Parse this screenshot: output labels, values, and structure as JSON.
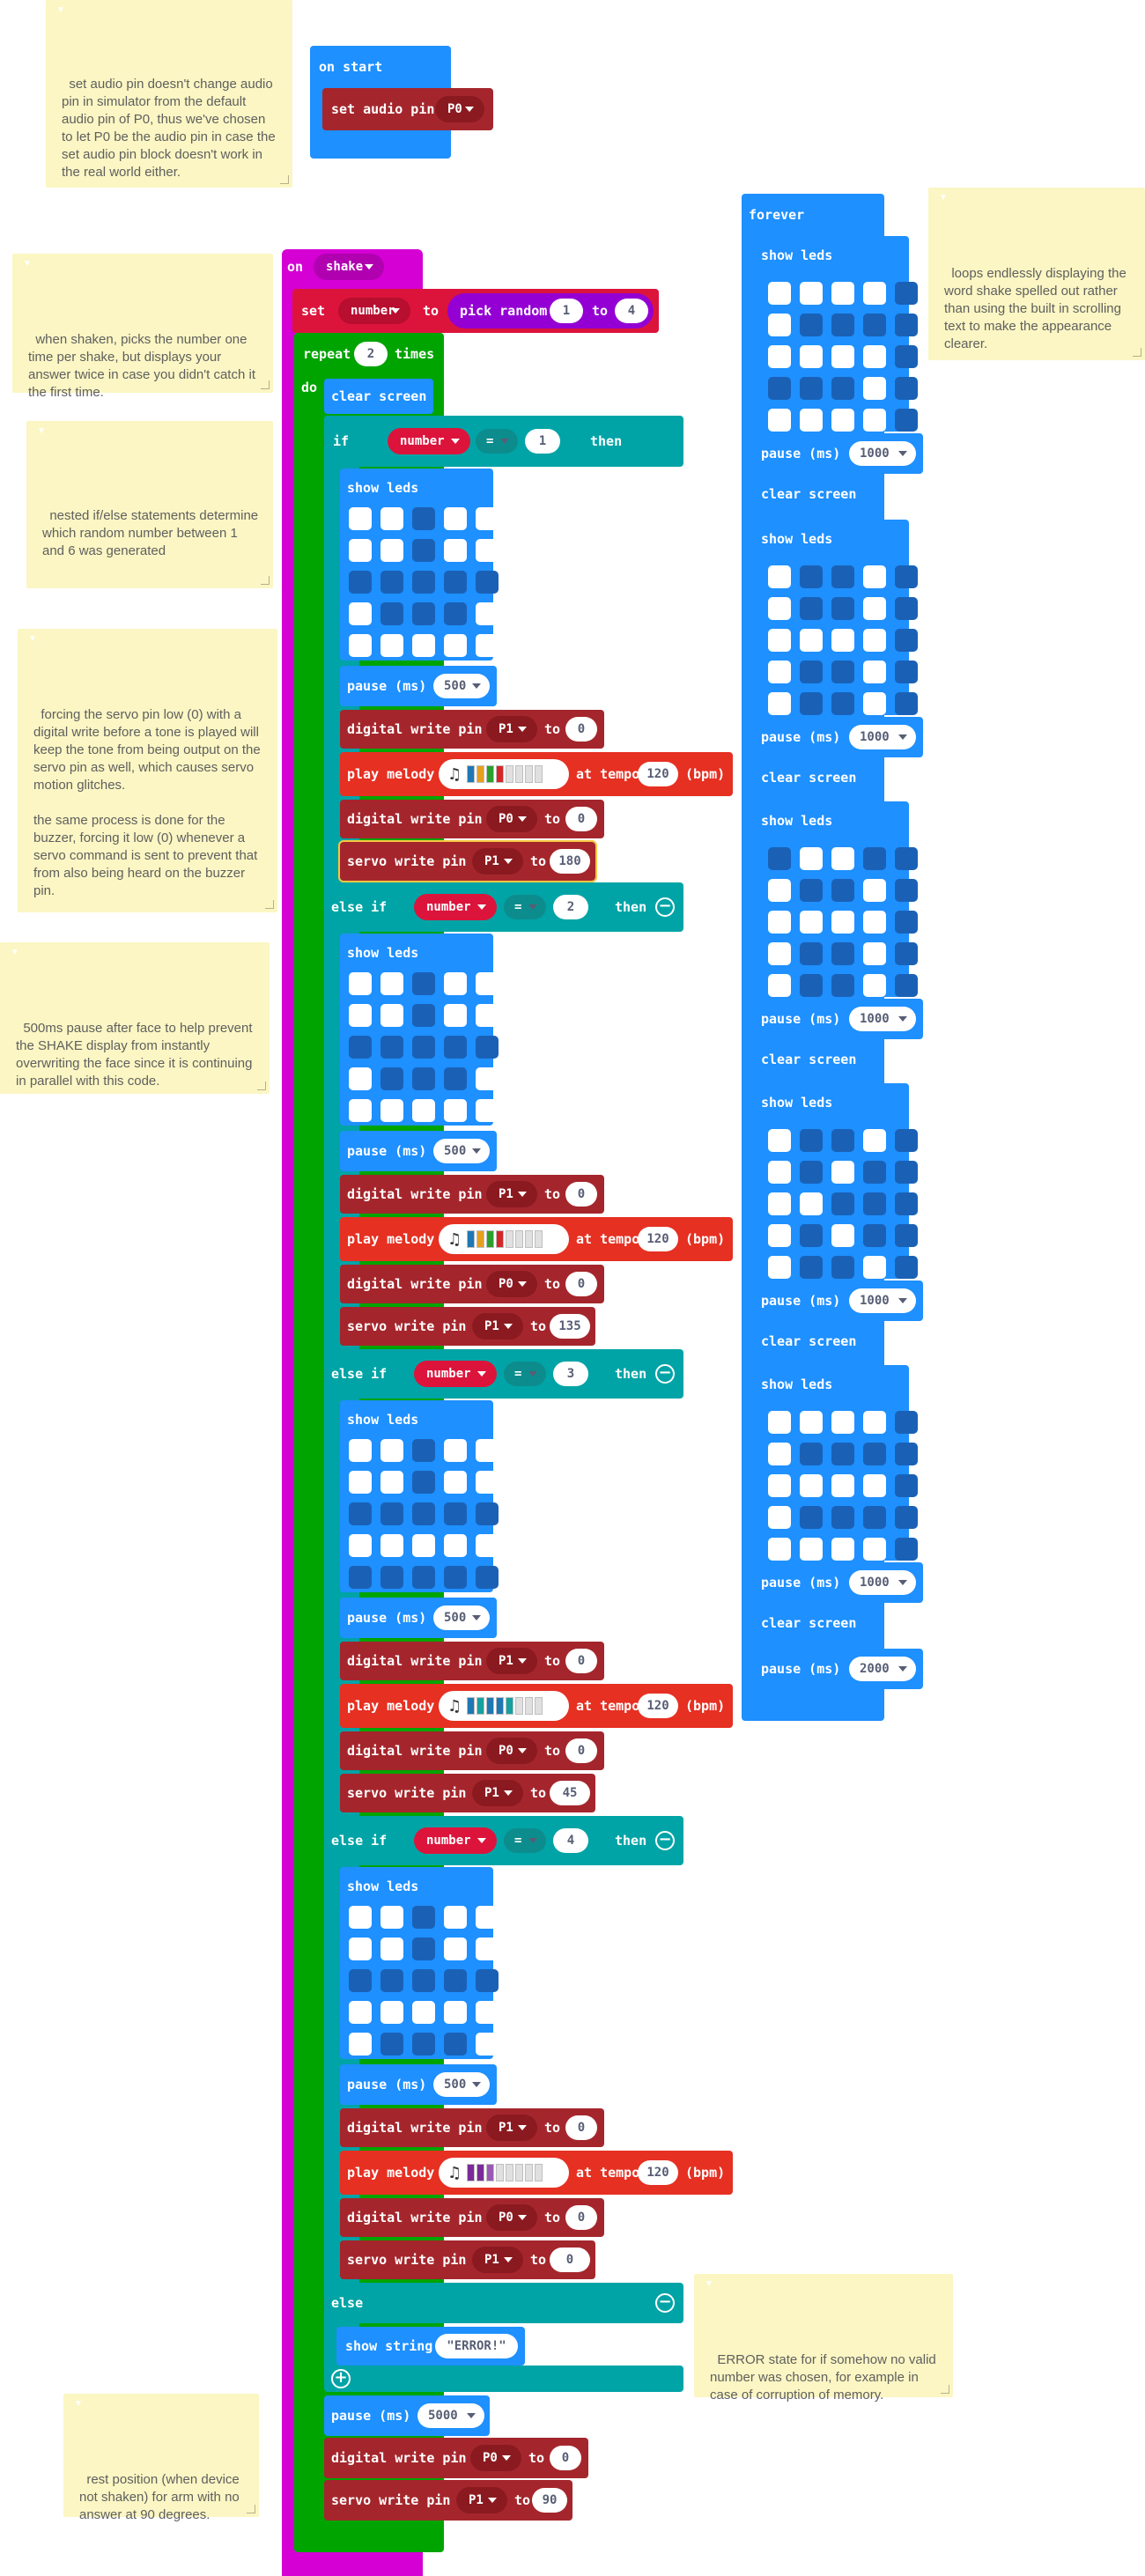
{
  "notes": {
    "audio_pin": "set audio pin doesn't change audio pin in simulator from the default audio pin of P0, thus we've chosen to let P0 be the audio pin in case the set audio pin block doesn't work in the real world either.",
    "shaken": "when shaken, picks the number one time per shake, but displays your answer twice in case you didn't catch it the first time.",
    "nested": "nested if/else statements determine which random number between 1 and 6 was generated",
    "servo_low": "forcing the servo pin low (0) with a digital write before a tone is played will keep the tone from being output on the servo pin as well, which causes servo motion glitches.\n\nthe same process is done for the buzzer, forcing it low (0) whenever a servo command is sent to prevent that from also being heard on the buzzer pin.",
    "pause500": "500ms pause after face to help prevent the SHAKE display from instantly overwriting the face since it is continuing in parallel with this code.",
    "loops": "loops endlessly displaying the word shake spelled out rather than using the built in scrolling text to make the appearance clearer.",
    "error": "ERROR state for if somehow no valid number was chosen, for example in case of corruption of memory.",
    "rest": "rest position (when device not shaken) for arm with no answer at 90 degrees."
  },
  "on_start": {
    "label": "on start",
    "set_audio_pin": "set audio pin",
    "pin": "P0"
  },
  "on_shake": {
    "on": "on",
    "event": "shake",
    "set": "set",
    "var": "number",
    "to": "to",
    "pick_random": "pick random",
    "rand_from": "1",
    "rand_to_word": "to",
    "rand_to": "4",
    "repeat": "repeat",
    "repeat_count": "2",
    "times": "times",
    "do": "do",
    "clear_screen": "clear screen",
    "if": "if",
    "else_if": "else if",
    "else": "else",
    "then": "then",
    "op": "=",
    "show_leds": "show leds",
    "pause": "pause (ms)",
    "digital_write": "digital write pin",
    "play_melody": "play melody",
    "at_tempo": "at tempo",
    "bpm": "(bpm)",
    "servo_write": "servo write pin",
    "show_string": "show string",
    "error_string": "\"ERROR!\"",
    "branches": [
      {
        "kw": "if",
        "cmp": "1",
        "pause": "500",
        "dw1_pin": "P1",
        "dw1_val": "0",
        "tempo": "120",
        "dw2_pin": "P0",
        "dw2_val": "0",
        "servo_pin": "P1",
        "servo_val": "180",
        "leds": [
          [
            1,
            1,
            0,
            1,
            1
          ],
          [
            1,
            1,
            0,
            1,
            1
          ],
          [
            0,
            0,
            0,
            0,
            0
          ],
          [
            1,
            0,
            0,
            0,
            1
          ],
          [
            1,
            1,
            1,
            1,
            1
          ]
        ],
        "melody": [
          "#1f77b4",
          "#e6a020",
          "#2ca02c",
          "#d62728",
          "#e0e0e0",
          "#e0e0e0",
          "#e0e0e0",
          "#e0e0e0"
        ]
      },
      {
        "kw": "else if",
        "cmp": "2",
        "pause": "500",
        "dw1_pin": "P1",
        "dw1_val": "0",
        "tempo": "120",
        "dw2_pin": "P0",
        "dw2_val": "0",
        "servo_pin": "P1",
        "servo_val": "135",
        "leds": [
          [
            1,
            1,
            0,
            1,
            1
          ],
          [
            1,
            1,
            0,
            1,
            1
          ],
          [
            0,
            0,
            0,
            0,
            0
          ],
          [
            1,
            0,
            0,
            0,
            1
          ],
          [
            1,
            1,
            1,
            1,
            1
          ]
        ],
        "melody": [
          "#1f77b4",
          "#e6a020",
          "#2ca02c",
          "#d62728",
          "#e0e0e0",
          "#e0e0e0",
          "#e0e0e0",
          "#e0e0e0"
        ]
      },
      {
        "kw": "else if",
        "cmp": "3",
        "pause": "500",
        "dw1_pin": "P1",
        "dw1_val": "0",
        "tempo": "120",
        "dw2_pin": "P0",
        "dw2_val": "0",
        "servo_pin": "P1",
        "servo_val": "45",
        "leds": [
          [
            1,
            1,
            0,
            1,
            1
          ],
          [
            1,
            1,
            0,
            1,
            1
          ],
          [
            0,
            0,
            0,
            0,
            0
          ],
          [
            1,
            1,
            1,
            1,
            1
          ],
          [
            0,
            0,
            0,
            0,
            0
          ]
        ],
        "melody": [
          "#1f77b4",
          "#17a0a0",
          "#1f77b4",
          "#1f77b4",
          "#17a0a0",
          "#e0e0e0",
          "#e0e0e0",
          "#e0e0e0"
        ]
      },
      {
        "kw": "else if",
        "cmp": "4",
        "pause": "500",
        "dw1_pin": "P1",
        "dw1_val": "0",
        "tempo": "120",
        "dw2_pin": "P0",
        "dw2_val": "0",
        "servo_pin": "P1",
        "servo_val": "0",
        "leds": [
          [
            1,
            1,
            0,
            1,
            1
          ],
          [
            1,
            1,
            0,
            1,
            1
          ],
          [
            0,
            0,
            0,
            0,
            0
          ],
          [
            1,
            1,
            1,
            1,
            1
          ],
          [
            1,
            0,
            0,
            0,
            1
          ]
        ],
        "melody": [
          "#7b2a9a",
          "#7b2a9a",
          "#9b59b6",
          "#e0e0e0",
          "#e0e0e0",
          "#e0e0e0",
          "#e0e0e0",
          "#e0e0e0"
        ]
      }
    ],
    "final_pause": "5000",
    "final_dw_pin": "P0",
    "final_dw_val": "0",
    "final_servo_pin": "P1",
    "final_servo_val": "90"
  },
  "forever": {
    "label": "forever",
    "show_leds": "show leds",
    "pause": "pause (ms)",
    "clear_screen": "clear screen",
    "frames": [
      {
        "pause": "1000",
        "leds": [
          [
            1,
            1,
            1,
            1,
            0
          ],
          [
            1,
            0,
            0,
            0,
            0
          ],
          [
            1,
            1,
            1,
            1,
            0
          ],
          [
            0,
            0,
            0,
            1,
            0
          ],
          [
            1,
            1,
            1,
            1,
            0
          ]
        ]
      },
      {
        "pause": "1000",
        "leds": [
          [
            1,
            0,
            0,
            1,
            0
          ],
          [
            1,
            0,
            0,
            1,
            0
          ],
          [
            1,
            1,
            1,
            1,
            0
          ],
          [
            1,
            0,
            0,
            1,
            0
          ],
          [
            1,
            0,
            0,
            1,
            0
          ]
        ]
      },
      {
        "pause": "1000",
        "leds": [
          [
            0,
            1,
            1,
            0,
            0
          ],
          [
            1,
            0,
            0,
            1,
            0
          ],
          [
            1,
            1,
            1,
            1,
            0
          ],
          [
            1,
            0,
            0,
            1,
            0
          ],
          [
            1,
            0,
            0,
            1,
            0
          ]
        ]
      },
      {
        "pause": "1000",
        "leds": [
          [
            1,
            0,
            0,
            1,
            0
          ],
          [
            1,
            0,
            1,
            0,
            0
          ],
          [
            1,
            1,
            0,
            0,
            0
          ],
          [
            1,
            0,
            1,
            0,
            0
          ],
          [
            1,
            0,
            0,
            1,
            0
          ]
        ]
      },
      {
        "pause": "1000",
        "leds": [
          [
            1,
            1,
            1,
            1,
            0
          ],
          [
            1,
            0,
            0,
            0,
            0
          ],
          [
            1,
            1,
            1,
            1,
            0
          ],
          [
            1,
            0,
            0,
            0,
            0
          ],
          [
            1,
            1,
            1,
            1,
            0
          ]
        ]
      }
    ],
    "final_pause": "2000"
  },
  "colors": {
    "event_blue": "#1e90ff",
    "basic_blue": "#1e90ff",
    "pins_red": "#a4262c",
    "music_red": "#e63022",
    "variables": "#dc143c",
    "math": "#9400d3",
    "loops_green": "#00a400",
    "logic_teal": "#00a4a6",
    "input_magenta": "#d400d4",
    "note_yellow": "#fbf6c3"
  }
}
